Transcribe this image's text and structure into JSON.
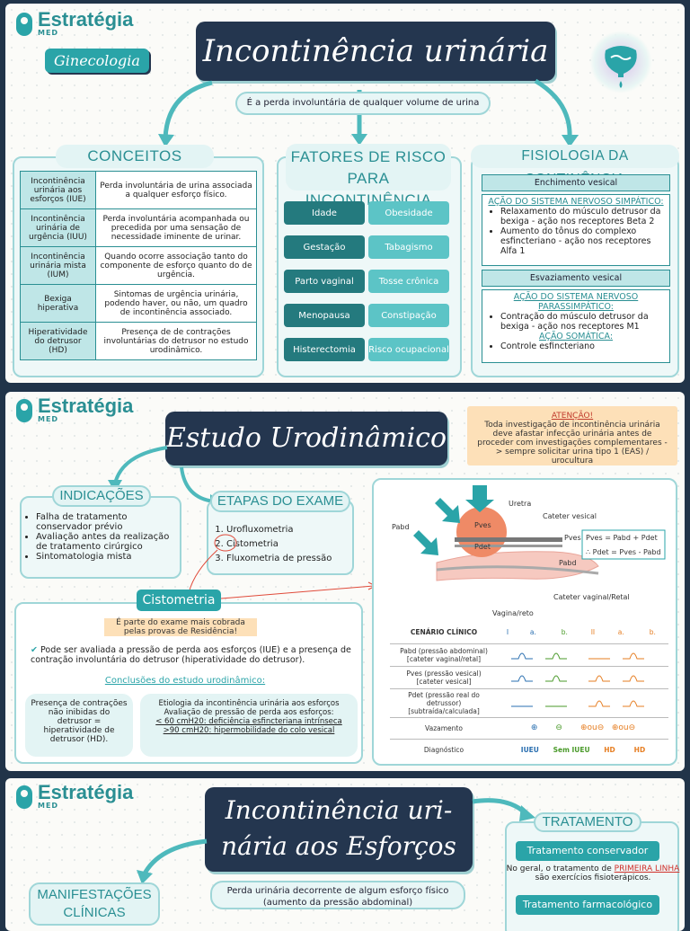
{
  "brand": {
    "name": "Estratégia",
    "sub": "MED"
  },
  "p1": {
    "title": "Incontinência urinária",
    "tag": "Ginecologia",
    "definition": "É a perda involuntária de qualquer volume de urina",
    "conceitos": {
      "heading": "CONCEITOS INICIAIS",
      "rows": [
        {
          "k": "Incontinência urinária aos esforços (IUE)",
          "v": "Perda involuntária de urina associada a qualquer esforço físico."
        },
        {
          "k": "Incontinência urinária de urgência (IUU)",
          "v": "Perda involuntária acompanhada ou precedida por uma sensação de necessidade iminente de urinar."
        },
        {
          "k": "Incontinência urinária mista (IUM)",
          "v": "Quando ocorre associação tanto do componente de esforço quanto do de urgência."
        },
        {
          "k": "Bexiga hiperativa",
          "v": "Sintomas de urgência urinária, podendo haver, ou não, um quadro de incontinência associado."
        },
        {
          "k": "Hiperatividade do detrusor (HD)",
          "v": "Presença de de contrações involuntárias do detrusor no estudo urodinâmico."
        }
      ]
    },
    "fatores": {
      "heading1": "FATORES DE RISCO",
      "heading2": "PARA INCONTINÊNCIA",
      "items": [
        [
          "Idade",
          "Obesidade"
        ],
        [
          "Gestação",
          "Tabagismo"
        ],
        [
          "Parto vaginal",
          "Tosse crônica"
        ],
        [
          "Menopausa",
          "Constipação"
        ],
        [
          "Histerectomia",
          "Risco ocupacional"
        ]
      ]
    },
    "fisio": {
      "heading": "FISIOLOGIA DA CONTINÊNCIA",
      "h1": "Enchimento vesical",
      "s1": "AÇÃO DO SISTEMA NERVOSO SIMPÁTICO:",
      "b1": [
        "Relaxamento do músculo detrusor da bexiga - ação nos receptores Beta 2",
        "Aumento do tônus do complexo esfincteriano - ação nos receptores Alfa 1"
      ],
      "h2": "Esvaziamento vesical",
      "s2": "AÇÃO DO SISTEMA NERVOSO PARASSIMPÁTICO:",
      "b2": [
        "Contração do músculo detrusor da bexiga - ação nos receptores M1"
      ],
      "s3": "AÇÃO SOMÁTICA:",
      "b3": [
        "Controle esfincteriano"
      ]
    }
  },
  "p2": {
    "title": "Estudo Urodinâmico",
    "warn_title": "ATENÇÃO!",
    "warn_text": "Toda investigação de incontinência urinária deve afastar infecção urinária antes de proceder com investigações complementares -> sempre solicitar urina tipo 1 (EAS) / urocultura",
    "indicacoes": {
      "heading": "INDICAÇÕES",
      "items": [
        "Falha de tratamento conservador prévio",
        "Avaliação antes da realização de tratamento cirúrgico",
        "Sintomatologia mista"
      ]
    },
    "etapas": {
      "heading": "ETAPAS DO EXAME",
      "items": [
        "Urofluxometria",
        "Cistometria",
        "Fluxometria de pressão"
      ]
    },
    "cisto": {
      "heading": "Cistometria",
      "note": "É parte do exame mais cobrada pelas provas de Residência!",
      "text": "Pode ser avaliada a pressão de perda aos esforços (IUE) e a presença de contração involuntária do detrusor (hiperatividade do detrusor).",
      "concl": "Conclusões do estudo urodinâmico:",
      "left": "Presença de contrações não inibidas do detrusor = hiperatividade de detrusor (HD).",
      "right1": "Etiologia da incontinência urinária aos esforços",
      "right2": "Avaliação de pressão de perda aos esforços:",
      "right3": "< 60 cmH20: deficiência esfincteriana intrínseca",
      "right4": ">90 cmH20: hipermobilidade do colo vesical"
    },
    "diagram": {
      "uretra": "Uretra",
      "cateter_vesical": "Cateter vesical",
      "pabd1": "Pabd",
      "pves": "Pves",
      "pdet": "Pdet",
      "pves2": "Pves",
      "pabd2": "Pabd",
      "eq1": "Pves = Pabd + Pdet",
      "eq2": "∴ Pdet = Pves - Pabd",
      "cateter_retal": "Cateter vaginal/Retal",
      "vagina": "Vagina/reto",
      "col_head": "CENÁRIO CLÍNICO",
      "cols": [
        "I",
        "a.",
        "b.",
        "II",
        "a.",
        "b."
      ],
      "rows": [
        {
          "l": "Pabd (pressão abdominal) [cateter vaginal/retal]"
        },
        {
          "l": "Pves (pressão vesical) [cateter vesical]"
        },
        {
          "l": "Pdet (pressão real do detrussor) [subtraída/calculada]"
        },
        {
          "l": "Vazamento"
        }
      ],
      "diag_label": "Diagnóstico",
      "diag": [
        "IUEU",
        "Sem IUEU",
        "HD",
        "HD"
      ]
    }
  },
  "p3": {
    "title1": "Incontinência uri-",
    "title2": "nária aos Esforços",
    "definition": "Perda urinária decorrente de algum esforço físico (aumento da pressão abdominal)",
    "manif": "MANIFESTAÇÕES CLÍNICAS",
    "trat": "TRATAMENTO",
    "trat_cons": "Tratamento conservador",
    "trat_text1": "No geral, o tratamento de ",
    "trat_red": "PRIMEIRA LINHA",
    "trat_text2": " são exercícios fisioterápicos.",
    "trat_farm": "Tratamento farmacológico"
  }
}
